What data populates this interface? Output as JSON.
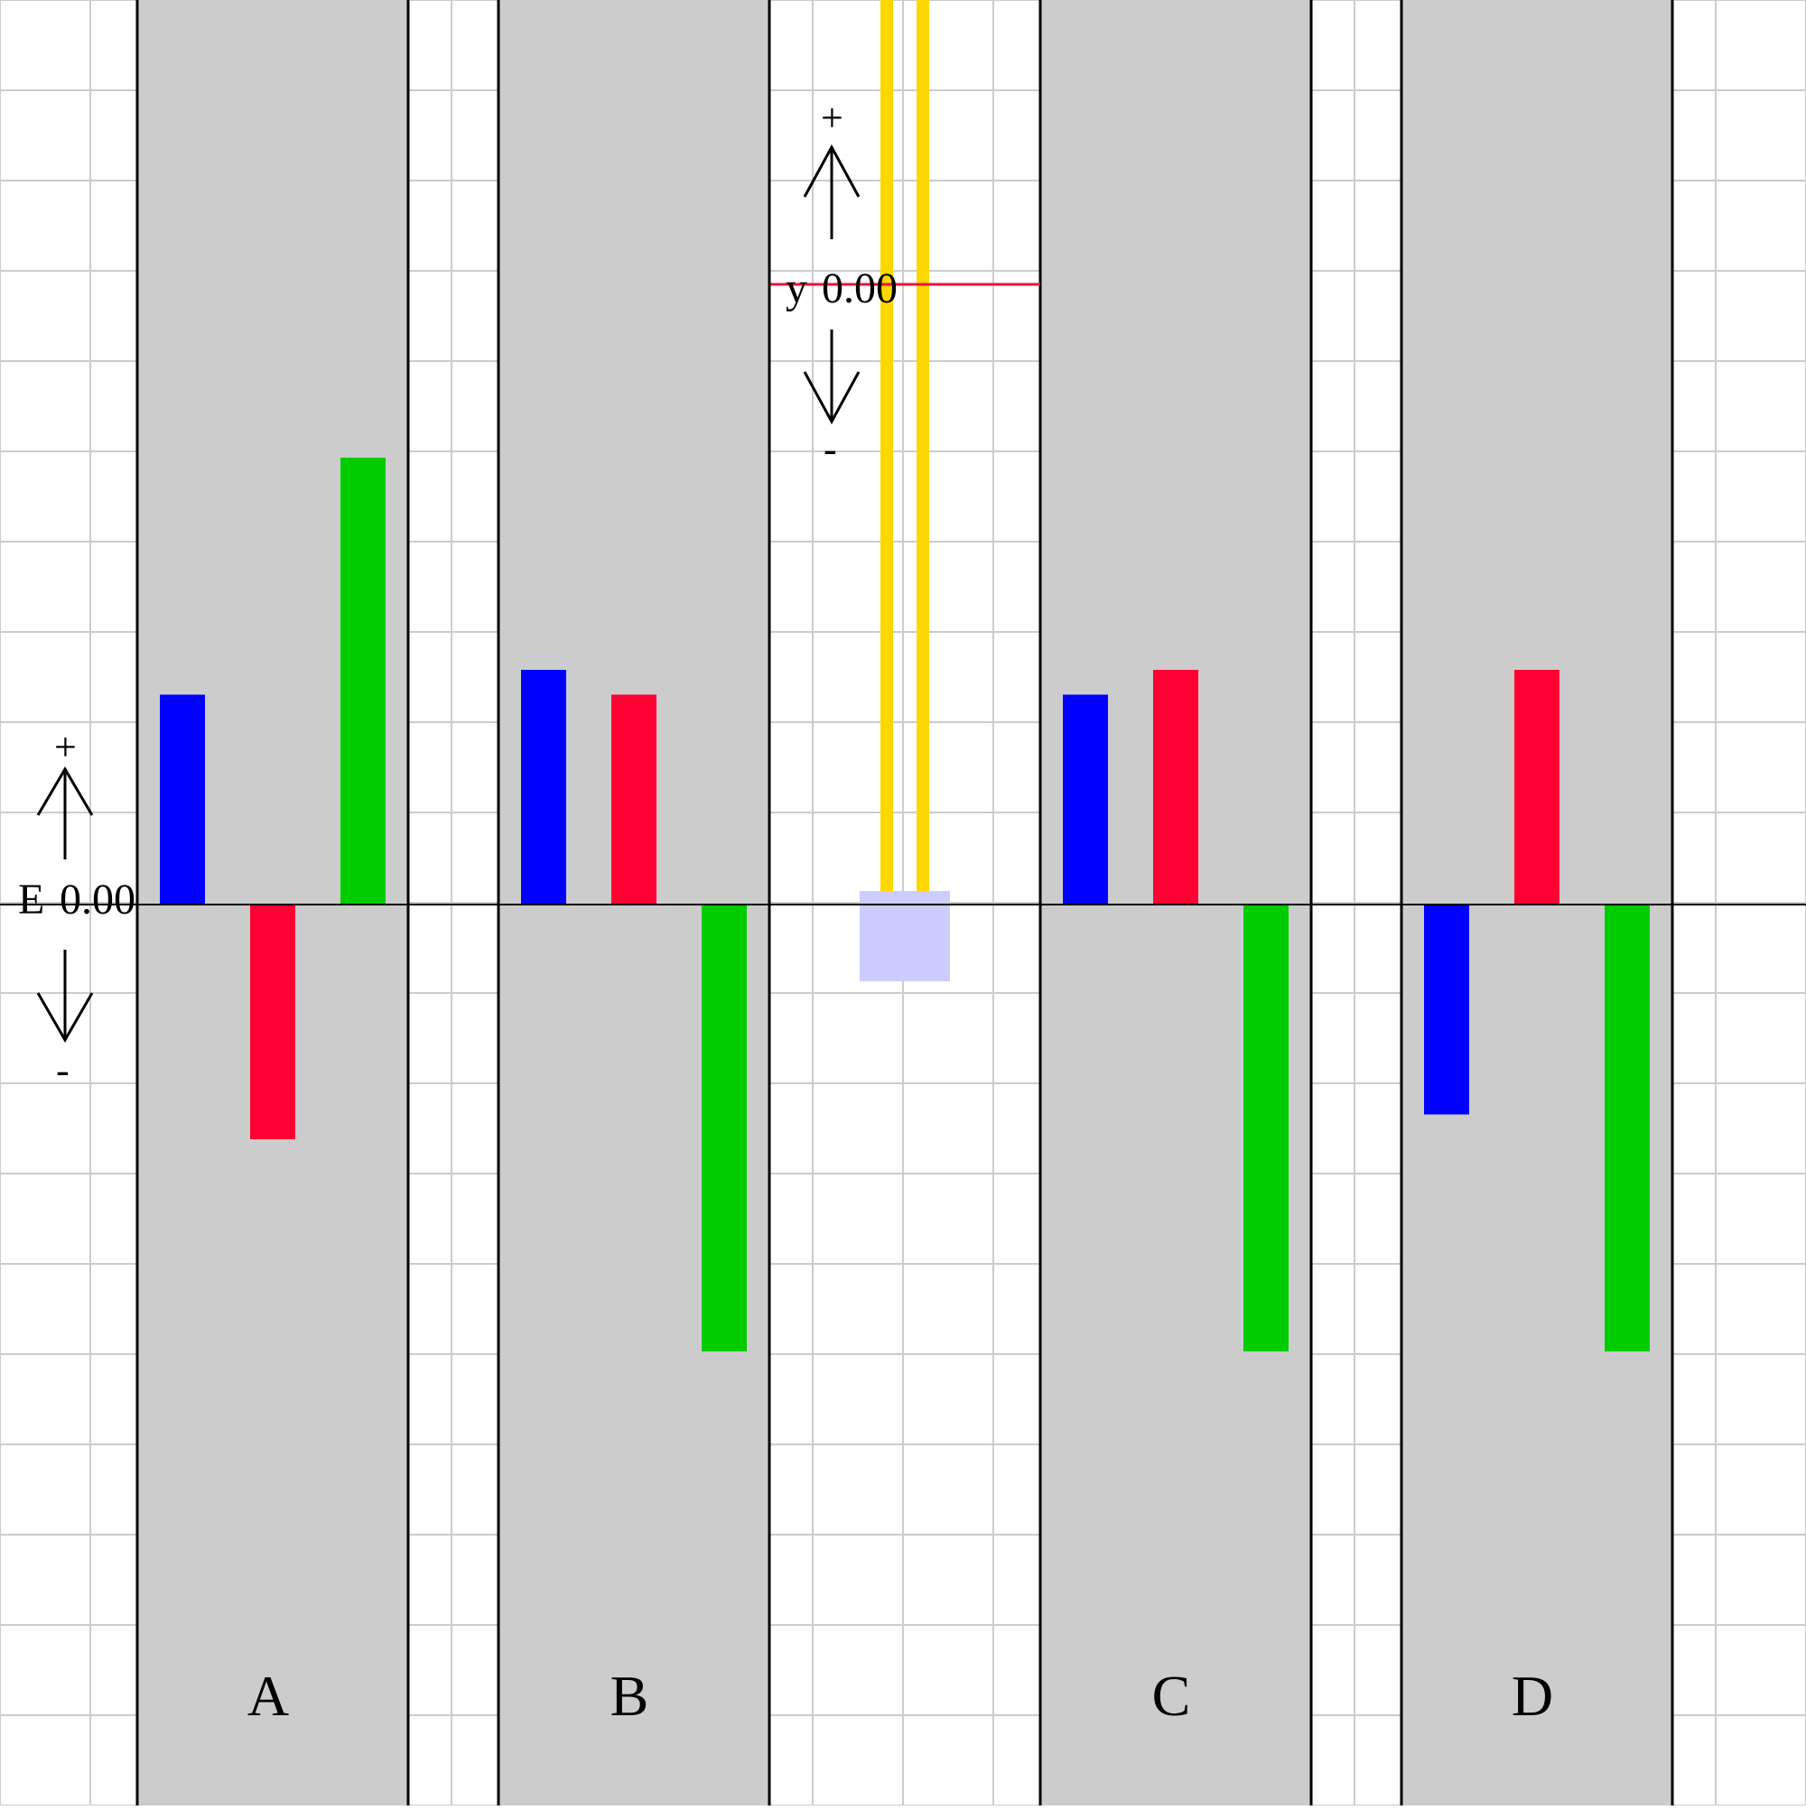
{
  "colors": {
    "grid": "#cccccc",
    "panel": "#cccccc",
    "divider": "#000000",
    "series_1": "#0000ff",
    "series_2": "#ff0033",
    "series_3": "#00cc00",
    "rod": "#ffd700",
    "probe": "#ccccff",
    "y_line": "#ee1133"
  },
  "energy_axis": {
    "label": "E",
    "value": "0.00",
    "plus": "+",
    "minus": "-"
  },
  "y_gauge": {
    "label": "y",
    "value": "0.00",
    "plus": "+",
    "minus": "-"
  },
  "panels": [
    {
      "label": "A",
      "bars": [
        0.93,
        -1.04,
        1.98
      ]
    },
    {
      "label": "B",
      "bars": [
        1.04,
        0.93,
        -1.98
      ]
    },
    {
      "label": "C",
      "bars": [
        0.93,
        1.04,
        -1.98
      ]
    },
    {
      "label": "D",
      "bars": [
        -0.93,
        1.04,
        -1.98
      ]
    }
  ]
}
